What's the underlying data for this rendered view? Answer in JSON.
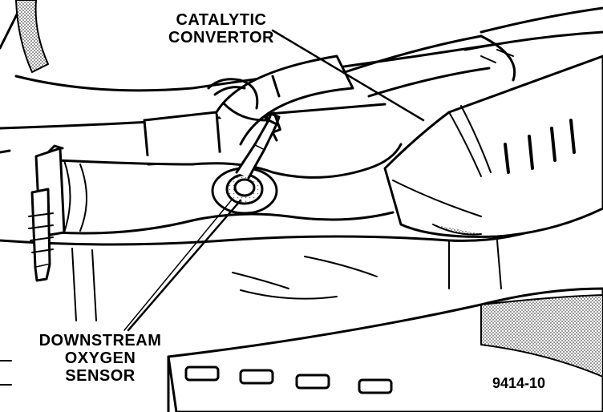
{
  "labels": {
    "catalytic_convertor": [
      "CATALYTIC",
      "CONVERTOR"
    ],
    "downstream_sensor": [
      "DOWNSTREAM",
      "OXYGEN",
      "SENSOR"
    ]
  },
  "figure_number": "9414-10",
  "colors": {
    "ink": "#000000",
    "paper": "#ffffff",
    "shade": "#9a9a9a"
  }
}
